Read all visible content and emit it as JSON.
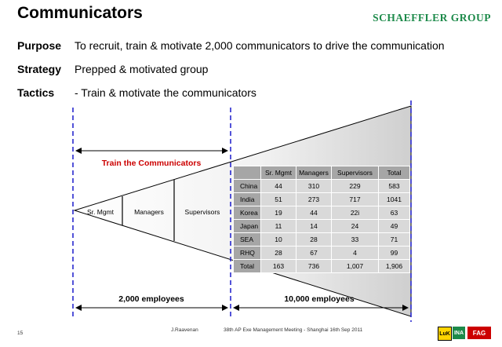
{
  "slide": {
    "title": "Communicators",
    "brand": "SCHAEFFLER GROUP",
    "purpose_label": "Purpose",
    "purpose_text": "To recruit, train & motivate 2,000  communicators to drive the communication",
    "strategy_label": "Strategy",
    "strategy_text": "Prepped & motivated group",
    "tactics_label": "Tactics",
    "tactics_text": "- Train & motivate the communicators"
  },
  "diagram": {
    "train_label": "Train the Communicators",
    "funnel_items": [
      "Sr. Mgmt",
      "Managers",
      "Supervisors"
    ],
    "employees_left": "2,000 employees",
    "employees_right": "10,000 employees",
    "accent_color": "#cc0000",
    "dashed_color": "#0000cc"
  },
  "table": {
    "headers": [
      "",
      "Sr. Mgmt",
      "Managers",
      "Supervisors",
      "Total"
    ],
    "rows": [
      [
        "China",
        "44",
        "310",
        "229",
        "583"
      ],
      [
        "India",
        "51",
        "273",
        "717",
        "1041"
      ],
      [
        "Korea",
        "19",
        "44",
        "22i",
        "63"
      ],
      [
        "Japan",
        "11",
        "14",
        "24",
        "49"
      ],
      [
        "SEA",
        "10",
        "28",
        "33",
        "71"
      ],
      [
        "RHQ",
        "28",
        "67",
        "4",
        "99"
      ],
      [
        "Total",
        "163",
        "736",
        "1,007",
        "1,906"
      ]
    ]
  },
  "footer": {
    "page_number": "15",
    "author": "J.Raavenan",
    "meeting": "38th AP Exe Management Meeting  -  Shanghai 16th Sep 2011",
    "logo_ina": "INA",
    "logo_luk": "LuK",
    "logo_fag": "FAG"
  }
}
